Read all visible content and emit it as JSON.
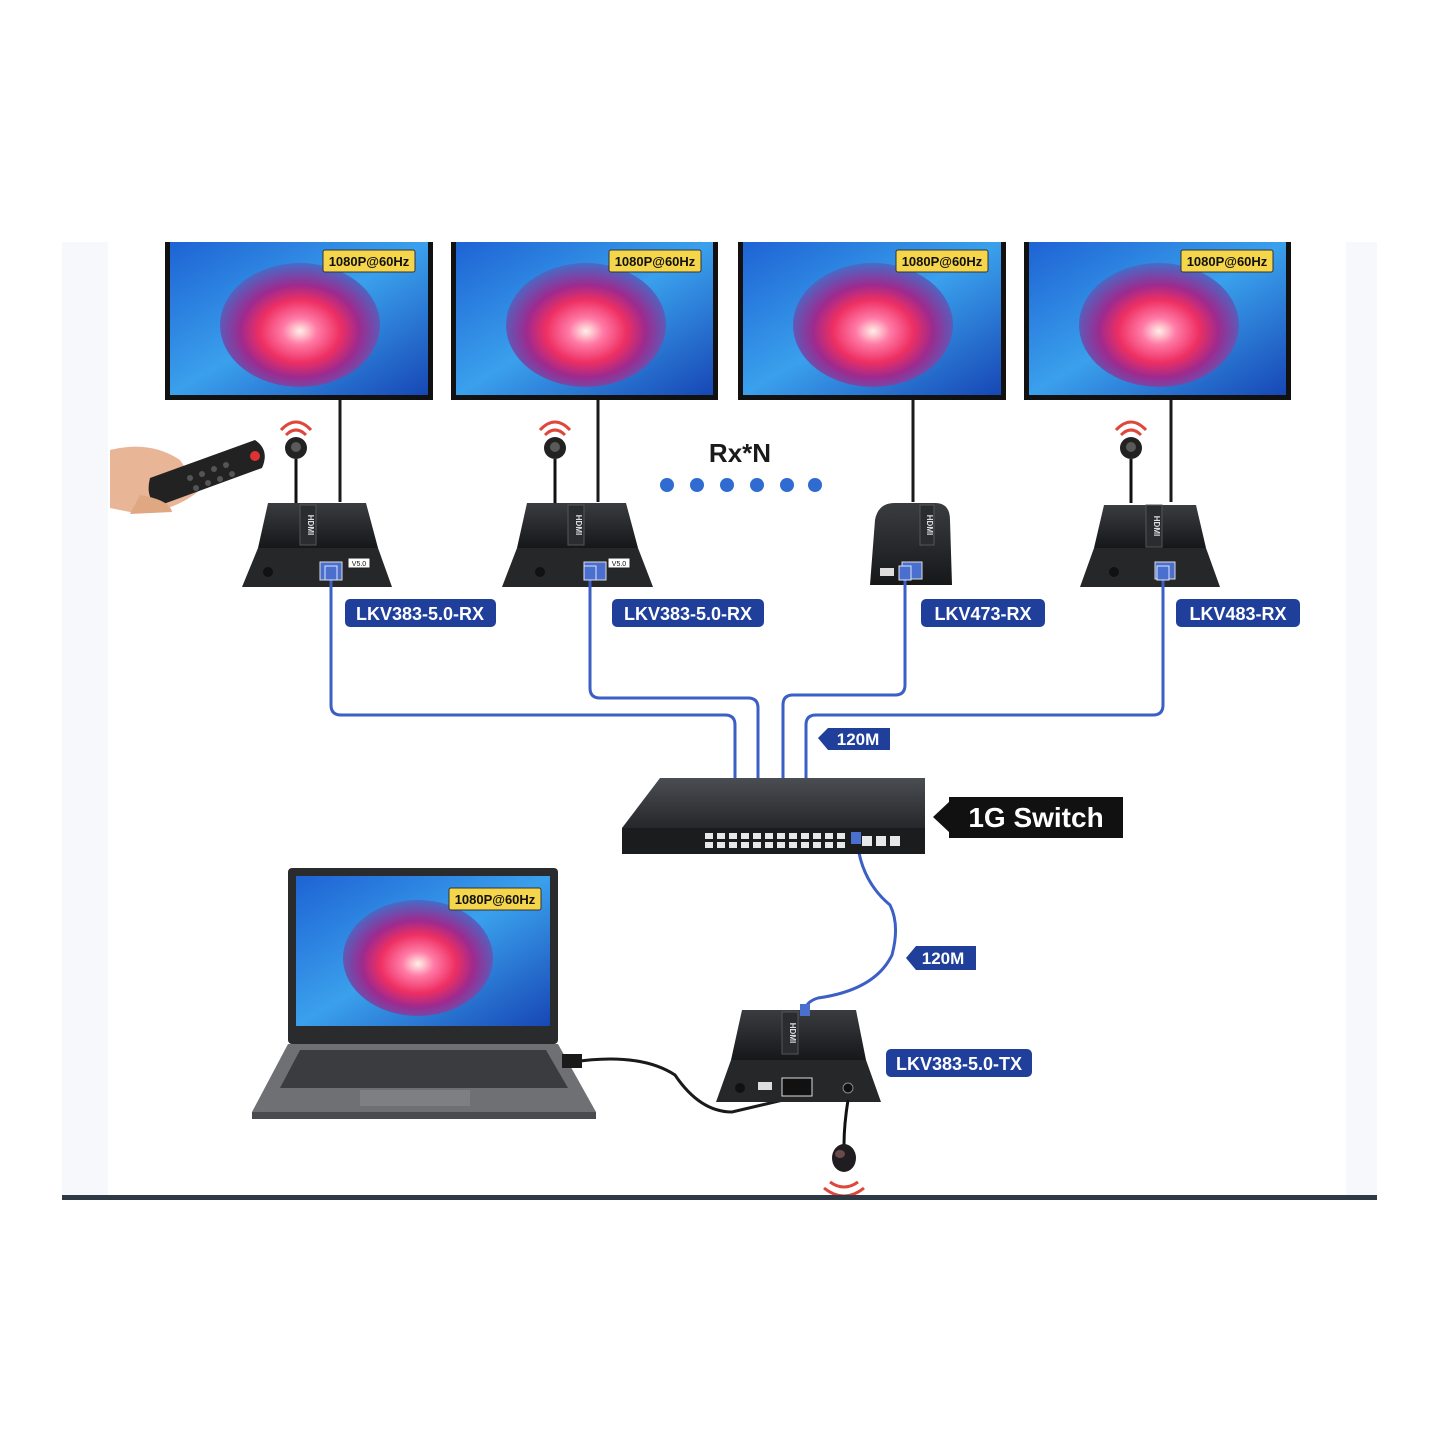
{
  "screen_badge": "1080P@60Hz",
  "rx_label": "Rx*N",
  "receivers": [
    {
      "model": "LKV383-5.0-RX",
      "version_tag": "V5.0"
    },
    {
      "model": "LKV383-5.0-RX",
      "version_tag": "V5.0"
    },
    {
      "model": "LKV473-RX"
    },
    {
      "model": "LKV483-RX"
    }
  ],
  "cable_length_top": "120M",
  "switch_label": "1G Switch",
  "cable_length_bottom": "120M",
  "transmitter_model": "LKV383-5.0-TX",
  "laptop_badge": "1080P@60Hz",
  "device_brand": "HDMI",
  "colors": {
    "label_bg": "#1f3f9a",
    "cable": "#3b5fc4",
    "badge_bg": "#f5d54a",
    "dots": "#2f6bd0",
    "switch_label_bg": "#111111",
    "ir_waves": "#e0473c"
  },
  "icons": [
    "remote-control-icon",
    "ir-receiver-icon",
    "ir-emitter-icon",
    "network-switch-icon",
    "laptop-icon",
    "monitor-icon"
  ]
}
